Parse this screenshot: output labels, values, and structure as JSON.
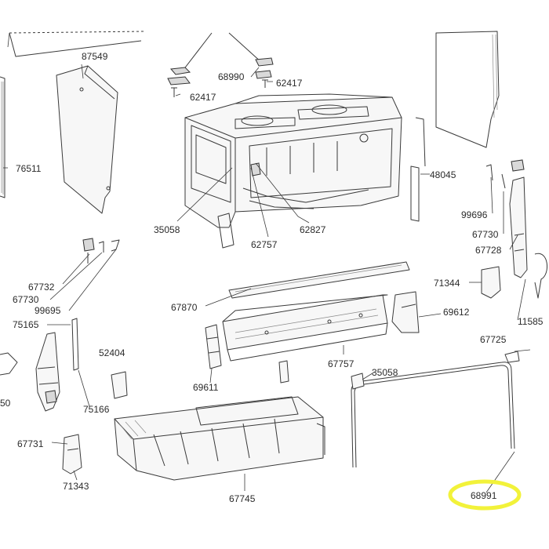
{
  "highlight_color": "#f2f23a",
  "labels": {
    "l87549": "87549",
    "l68990": "68990",
    "l62417a": "62417",
    "l62417b": "62417",
    "l76511": "76511",
    "l48045": "48045",
    "l35058a": "35058",
    "l62827": "62827",
    "l62757": "62757",
    "l99696": "99696",
    "l67730a": "67730",
    "l67728": "67728",
    "l67732": "67732",
    "l67730b": "67730",
    "l99695": "99695",
    "l67870": "67870",
    "l71344": "71344",
    "l69612": "69612",
    "l75165": "75165",
    "l11585": "11585",
    "l67725": "67725",
    "l52404": "52404",
    "l67757": "67757",
    "l35058b": "35058",
    "l69611": "69611",
    "l75166": "75166",
    "l50": "50",
    "l67731": "67731",
    "l71343": "71343",
    "l67745": "67745",
    "l68991": "68991"
  }
}
